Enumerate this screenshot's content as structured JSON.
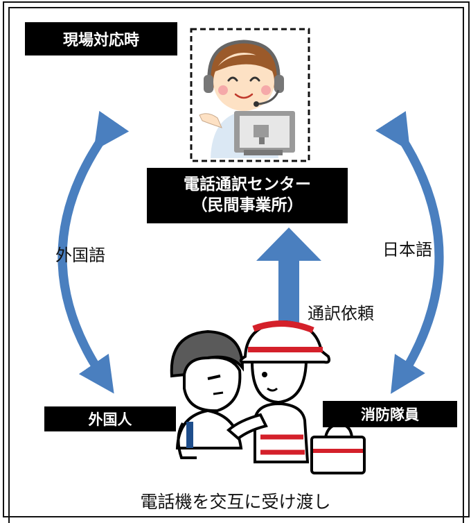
{
  "scene_label": "現場対応時",
  "center": {
    "line1": "電話通訳センター",
    "line2": "（民間事業所）"
  },
  "arrows": {
    "left_label": "外国語",
    "right_label": "日本語",
    "up_label": "通訳依頼"
  },
  "people": {
    "foreigner": "外国人",
    "firefighter": "消防隊員"
  },
  "caption": "電話機を交互に受け渡し",
  "icons": [
    "operator-icon",
    "computer-monitor-icon",
    "foreigner-icon",
    "firefighter-icon",
    "first-aid-box-icon"
  ],
  "colors": {
    "arrow": "#4a7fbf",
    "label_bg": "#000000",
    "helmet_red": "#d4202a"
  }
}
